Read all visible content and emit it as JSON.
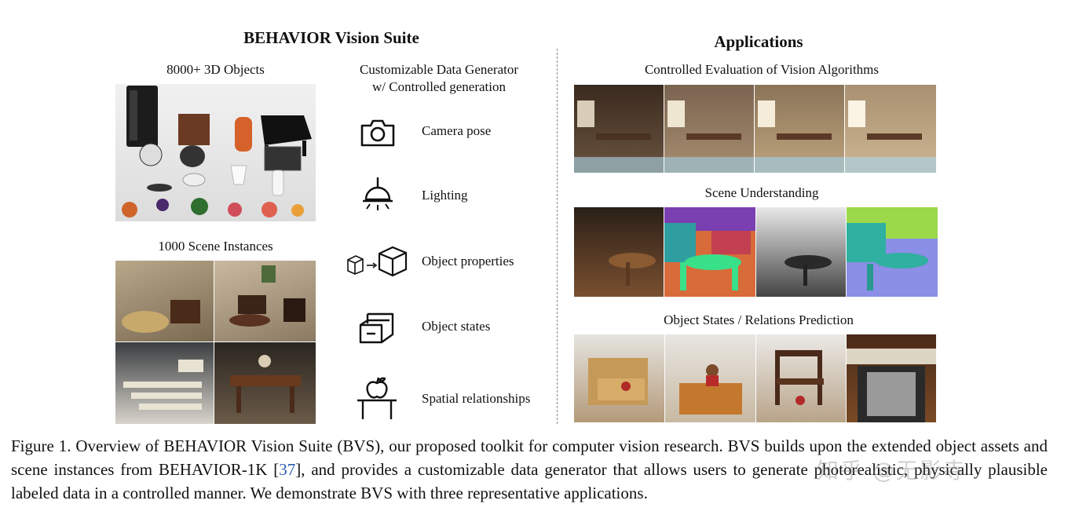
{
  "left": {
    "title": "BEHAVIOR Vision Suite",
    "objects_label": "8000+ 3D Objects",
    "scenes_label": "1000 Scene Instances",
    "generator_title_line1": "Customizable Data Generator",
    "generator_title_line2": "w/ Controlled generation",
    "options": [
      {
        "label": "Camera pose",
        "icon": "camera-icon"
      },
      {
        "label": "Lighting",
        "icon": "lamp-icon"
      },
      {
        "label": "Object properties",
        "icon": "cube-resize-icon"
      },
      {
        "label": "Object states",
        "icon": "drawer-icon"
      },
      {
        "label": "Spatial relationships",
        "icon": "apple-on-table-icon"
      }
    ]
  },
  "right": {
    "title": "Applications",
    "apps": [
      {
        "label": "Controlled Evaluation of Vision Algorithms"
      },
      {
        "label": "Scene Understanding"
      },
      {
        "label": "Object States / Relations Prediction"
      }
    ]
  },
  "caption": {
    "part1": "Figure 1. Overview of BEHAVIOR Vision Suite (BVS), our proposed toolkit for computer vision research. BVS builds upon the extended object assets and scene instances from BEHAVIOR-1K [",
    "ref": "37",
    "part2": "], and provides a customizable data generator that allows users to generate photorealistic, physically plausible labeled data in a controlled manner. We demonstrate BVS with three representative applications."
  },
  "watermark": "知乎 @无影寺"
}
